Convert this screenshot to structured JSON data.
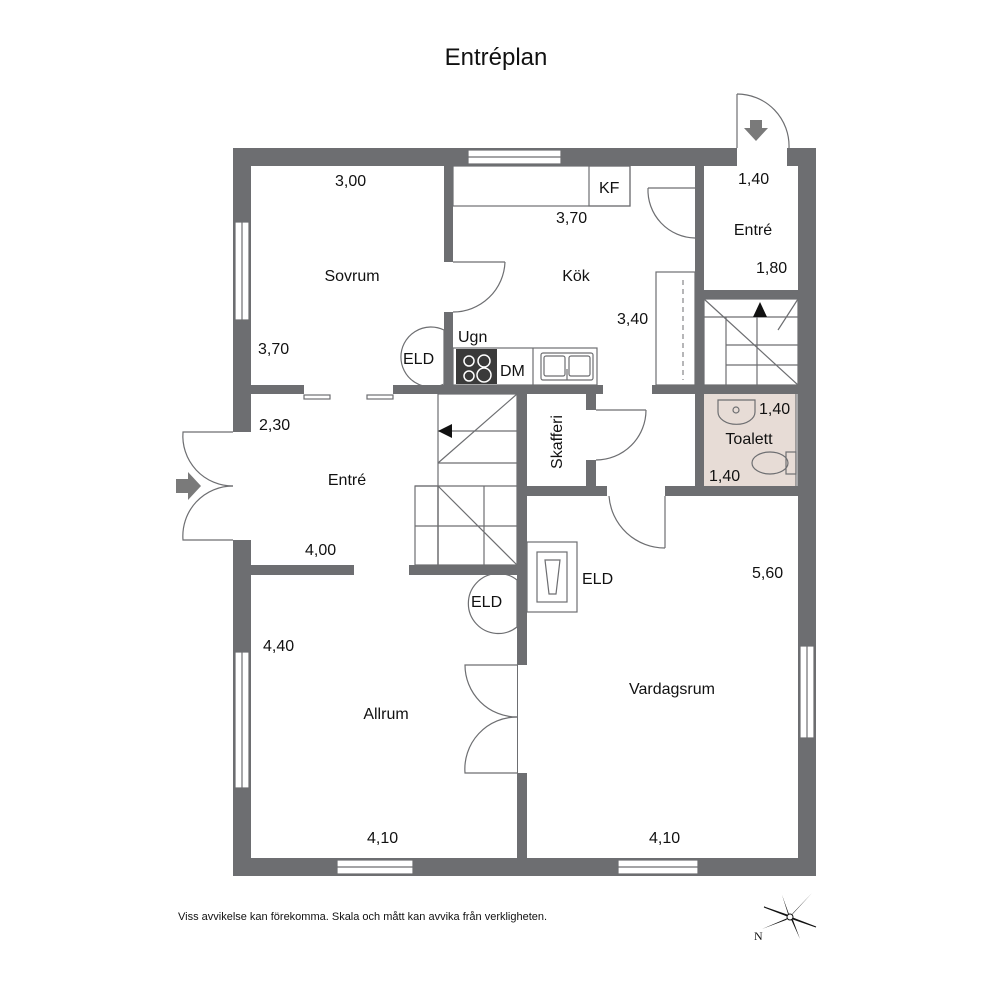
{
  "title": "Entréplan",
  "disclaimer": "Viss avvikelse kan förekomma. Skala och mått kan avvika från verkligheten.",
  "compass_label": "N",
  "colors": {
    "wall": "#6d6e71",
    "toilet_floor": "#e7dcd6",
    "stove": "#3a3a3a",
    "arrow": "#7a7a7a"
  },
  "rooms": {
    "sovrum": "Sovrum",
    "kok": "Kök",
    "entre_top": "Entré",
    "entre_left": "Entré",
    "skafferi": "Skafferi",
    "toalett": "Toalett",
    "allrum": "Allrum",
    "vardagsrum": "Vardagsrum"
  },
  "fixtures": {
    "ugn": "Ugn",
    "dm": "DM",
    "kf": "KF",
    "eld_kitchen": "ELD",
    "eld_stair": "ELD",
    "eld_living": "ELD"
  },
  "dimensions": {
    "sovrum_w": "3,00",
    "sovrum_h": "3,70",
    "kok_w": "3,70",
    "kok_h": "3,40",
    "entre_top_w": "1,40",
    "entre_top_h": "1,80",
    "toalett_w": "1,40",
    "toalett_h": "1,40",
    "entre_left_w": "2,30",
    "entre_left_h": "4,00",
    "allrum_h": "4,40",
    "allrum_w": "4,10",
    "vardagsrum_h": "5,60",
    "vardagsrum_w": "4,10"
  }
}
